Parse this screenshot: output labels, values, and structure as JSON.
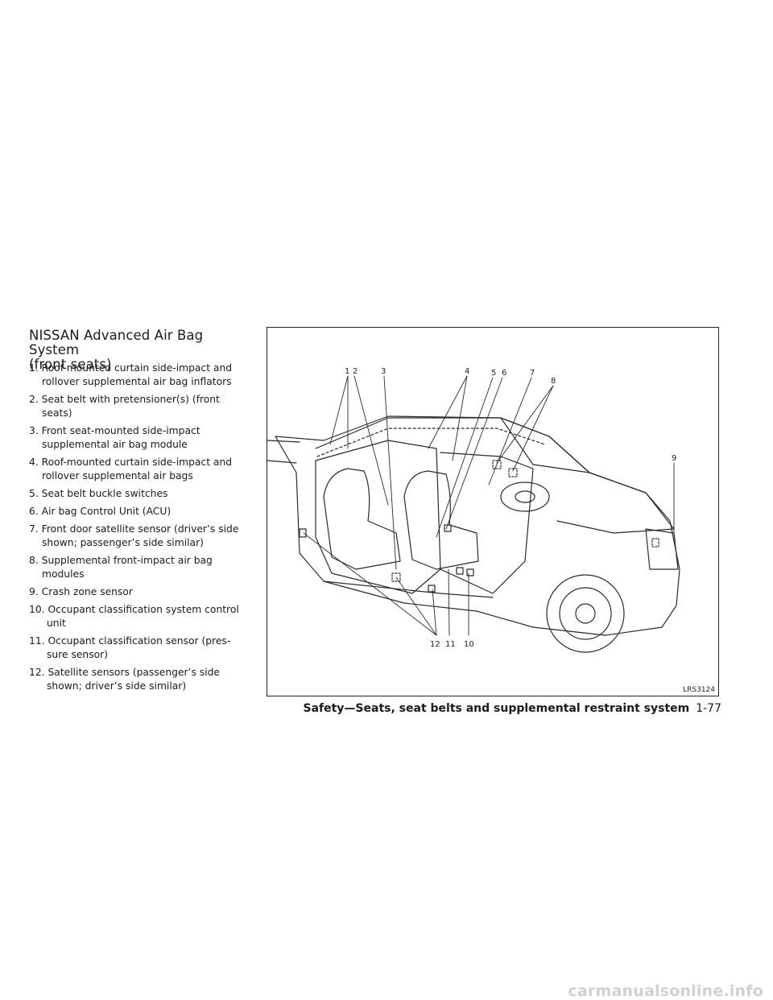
{
  "section": {
    "title_line1": "NISSAN Advanced Air Bag System",
    "title_line2": "(front seats)"
  },
  "legend": [
    {
      "num": "1.",
      "first": "Roof-mounted curtain side-impact and",
      "rest": "rollover supplemental air bag inflators"
    },
    {
      "num": "2.",
      "first": "Seat belt with pretensioner(s) (front",
      "rest": "seats)"
    },
    {
      "num": "3.",
      "first": "Front seat-mounted side-impact",
      "rest": "supplemental air bag module"
    },
    {
      "num": "4.",
      "first": "Roof-mounted curtain side-impact and",
      "rest": "rollover supplemental air bags"
    },
    {
      "num": "5.",
      "first": "Seat belt buckle switches",
      "rest": ""
    },
    {
      "num": "6.",
      "first": "Air bag Control Unit (ACU)",
      "rest": ""
    },
    {
      "num": "7.",
      "first": "Front door satellite sensor (driver’s side",
      "rest": "shown; passenger’s side similar)"
    },
    {
      "num": "8.",
      "first": "Supplemental front-impact air bag",
      "rest": "modules"
    },
    {
      "num": "9.",
      "first": "Crash zone sensor",
      "rest": ""
    },
    {
      "num": "10.",
      "first": "Occupant classification system control",
      "rest": "unit"
    },
    {
      "num": "11.",
      "first": "Occupant classification sensor (pres-",
      "rest": "sure sensor)"
    },
    {
      "num": "12.",
      "first": "Satellite sensors (passenger’s side",
      "rest": "shown; driver’s side similar)"
    }
  ],
  "figure": {
    "code": "LRS3124",
    "callouts": [
      "1",
      "2",
      "3",
      "4",
      "5",
      "6",
      "7",
      "8",
      "9",
      "12",
      "11",
      "10"
    ]
  },
  "footer": {
    "section": "Safety—Seats, seat belts and supplemental restraint system",
    "page": "1-77"
  },
  "watermark": "carmanualsonline.info"
}
